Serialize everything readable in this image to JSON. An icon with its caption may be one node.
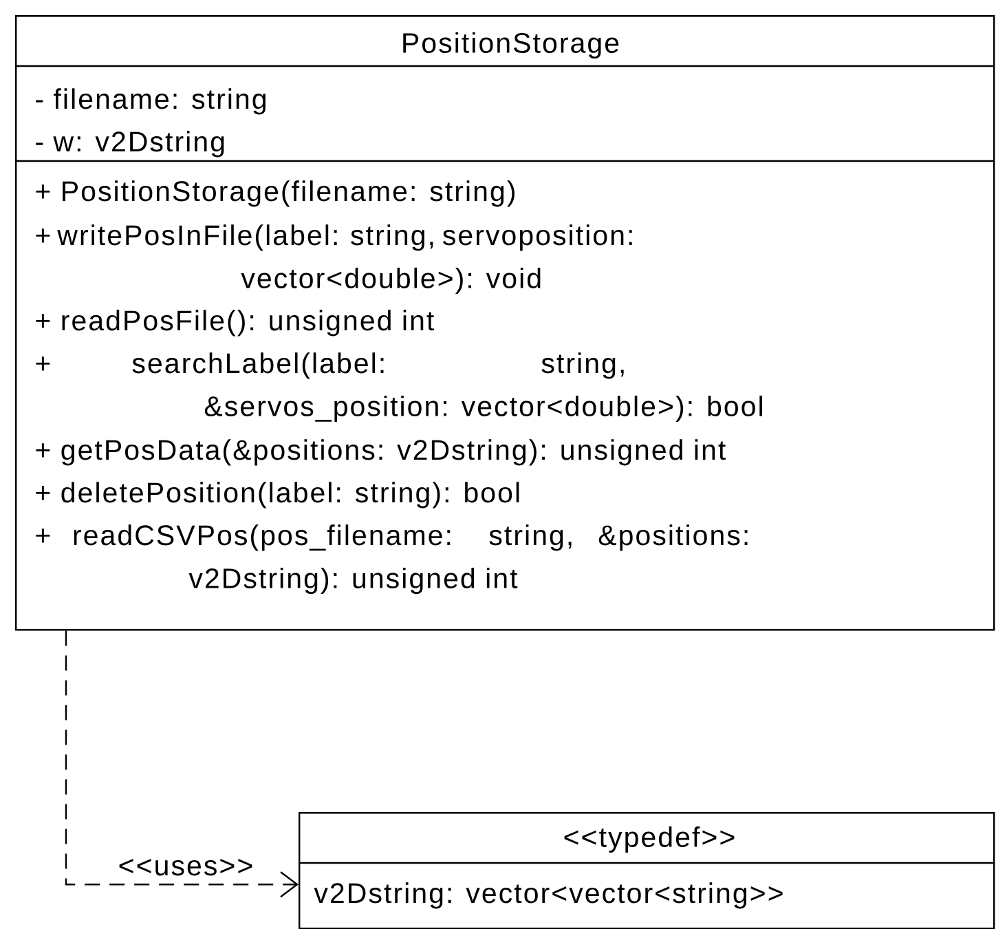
{
  "diagram": {
    "nodes": [
      {
        "text": [
          "PositionStorage",
          "- filename: string",
          "- w: v2Dstring",
          "+ PositionStorage(filename: string)",
          "+ writePosInFile(label: string, servoposition: vector<double>): void",
          "+ readPosFile(): unsigned int",
          "+ searchLabel(label: string, &servos_position: vector<double>): bool",
          "+ getPosData(&positions: v2Dstring): unsigned int",
          "+ deletePosition(label: string): bool",
          "+ readCSVPos(pos_filename: string, &positions: v2Dstring): unsigned int"
        ]
      },
      {
        "text": [
          "<<typedef>>",
          "v2Dstring: vector<vector<string>>"
        ]
      }
    ],
    "edges": [
      {
        "from": 0,
        "to": 1,
        "arrow": "to",
        "label": "<<uses>>",
        "style": "dashed"
      }
    ]
  }
}
